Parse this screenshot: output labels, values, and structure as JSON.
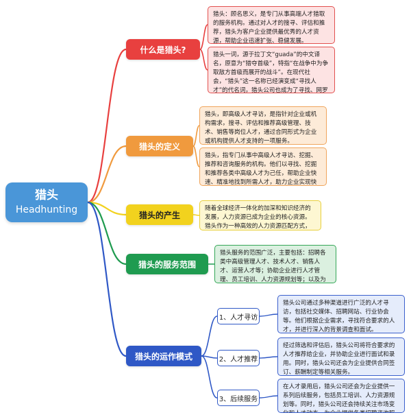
{
  "colors": {
    "root": "#4a96d8",
    "red": "#e8403f",
    "orange": "#f09a3e",
    "yellow": "#f2d21e",
    "green": "#1f9b50",
    "blue": "#2f58c6"
  },
  "root": {
    "title_cn": "猎头",
    "title_en": "Headhunting"
  },
  "branches": [
    {
      "label": "什么是猎头?",
      "cards": [
        "猎头：顾名思义，是专门从事高端人才猎取的服务机构。通过对人才的搜寻、评估和推荐，猎头为客户企业提供最优秀的人才资源，帮助企业迅速扩张、稳健发展。",
        "猎头一词，源于拉丁文“guada”的中文译名，原意为“猎夺首级”，特指“在战争中为争取敌方首级而展开的战斗”。在现代社会，“猎头”这一名称已经演变成“寻找人才”的代名词，猎头公司也成为了寻找、网罗高级人才的专门机构。"
      ]
    },
    {
      "label": "猎头的定义",
      "cards": [
        "猎头，即高级人才寻访，是指针对企业或机构需求，搜寻、评估和推荐高级管理、技术、销售等岗位人才，通过合同形式为企业或机构提供人才支持的一项服务。",
        "猎头，指专门从事中高级人才寻访、挖掘、推荐和咨询服务的机构。他们以寻找、挖掘和推荐各类中高级人才为己任，帮助企业快速、精准地找到所需人才，助力企业实现快速发展。"
      ]
    },
    {
      "label": "猎头的产生",
      "cards": [
        "随着全球经济一体化的加深和知识经济的发展，人力资源已成为企业的核心资源。猎头作为一种高效的人力资源匹配方式，应运而生。"
      ]
    },
    {
      "label": "猎头的服务范围",
      "cards": [
        "猎头服务的范围广泛，主要包括：招聘各类中高级管理人才、技术人才、销售人才、运营人才等；协助企业进行人才管理、员工培训、人力资源规划等；以及为企业提供各类招聘咨询服务。"
      ]
    },
    {
      "label": "猎头的运作模式",
      "subs": [
        {
          "label": "1、人才寻访",
          "card": "猎头公司通过多种渠道进行广泛的人才寻访，包括社交媒体、招聘网站、行业协会等。他们根据企业需求，寻找符合要求的人才，并进行深入的背景调查和面试。"
        },
        {
          "label": "2、人才推荐",
          "card": "经过筛选和评估后，猎头公司将符合要求的人才推荐给企业，并协助企业进行面试和录用。同时，猎头公司还会为企业提供合同签订、薪酬制定等相关服务。"
        },
        {
          "label": "3、后续服务",
          "card": "在人才录用后，猎头公司还会为企业提供一系列后续服务，包括员工培训、人力资源规划等。同时，猎头公司还会持续关注市场变化和人才动态，为企业提供各类招聘咨询服务。"
        }
      ]
    }
  ]
}
